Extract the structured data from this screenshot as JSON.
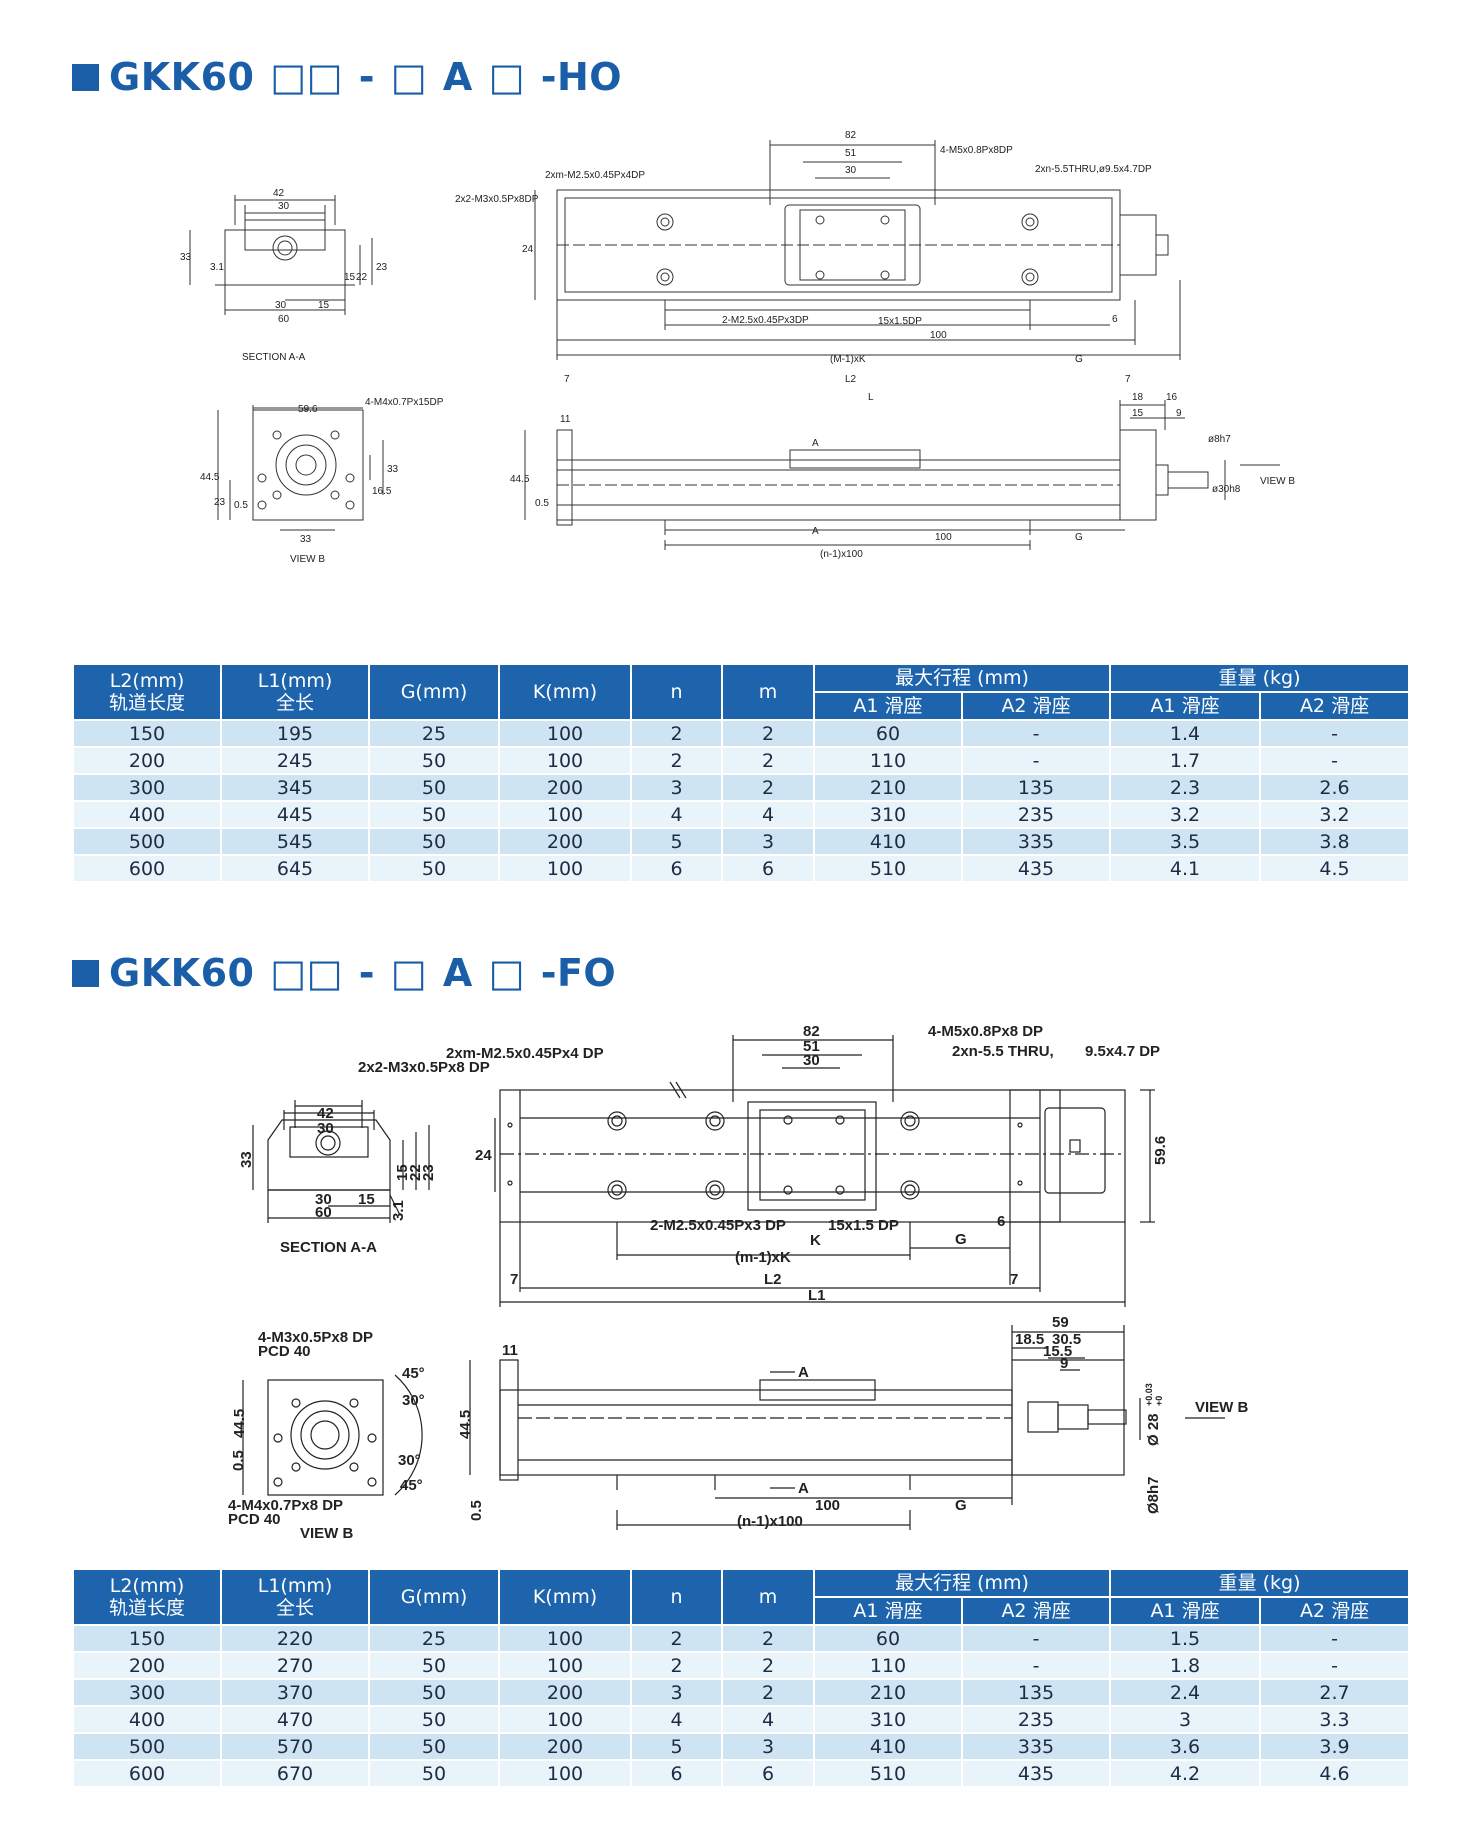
{
  "sections": [
    {
      "title": {
        "prefix": "GKK60",
        "sym1": "□□",
        "dash1": "-",
        "sym2": "□",
        "mid": "A",
        "sym3": "□",
        "suffix": "-HO"
      },
      "drawing": {
        "top_left": {
          "dims": [
            "42",
            "30",
            "33",
            "3.1",
            "15",
            "22",
            "23",
            "30",
            "15",
            "60"
          ],
          "caption": "SECTION A-A"
        },
        "top_main": {
          "labels": [
            "82",
            "51",
            "30",
            "4-M5x0.8Px8DP",
            "2xm-M2.5x0.45Px4DP",
            "2xn-5.5THRU,ø9.5x4.7DP",
            "2x2-M3x0.5Px8DP",
            "24",
            "2-M2.5x0.45Px3DP",
            "15x1.5DP",
            "6",
            "100",
            "(M-1)xK",
            "G",
            "7",
            "L2",
            "7",
            "L"
          ]
        },
        "bottom_left": {
          "labels": [
            "4-M4x0.7Px15DP",
            "59.6",
            "44.5",
            "23",
            "0.5",
            "16.5",
            "33",
            "33"
          ],
          "caption": "VIEW B"
        },
        "bottom_main": {
          "labels": [
            "11",
            "18",
            "16",
            "15",
            "9",
            "ø8h7",
            "ø30h8",
            "VIEW B",
            "A",
            "44.5",
            "0.5",
            "A",
            "100",
            "G",
            "(n-1)x100"
          ]
        }
      },
      "table": {
        "headers": {
          "l2": "L2(mm)",
          "l2_sub": "轨道长度",
          "l1": "L1(mm)",
          "l1_sub": "全长",
          "g": "G(mm)",
          "k": "K(mm)",
          "n": "n",
          "m": "m",
          "stroke": "最大行程 (mm)",
          "weight": "重量 (kg)",
          "a1": "A1 滑座",
          "a2": "A2 滑座",
          "a1w": "A1 滑座",
          "a2w": "A2 滑座"
        },
        "rows": [
          [
            "150",
            "195",
            "25",
            "100",
            "2",
            "2",
            "60",
            "-",
            "1.4",
            "-"
          ],
          [
            "200",
            "245",
            "50",
            "100",
            "2",
            "2",
            "110",
            "-",
            "1.7",
            "-"
          ],
          [
            "300",
            "345",
            "50",
            "200",
            "3",
            "2",
            "210",
            "135",
            "2.3",
            "2.6"
          ],
          [
            "400",
            "445",
            "50",
            "100",
            "4",
            "4",
            "310",
            "235",
            "3.2",
            "3.2"
          ],
          [
            "500",
            "545",
            "50",
            "200",
            "5",
            "3",
            "410",
            "335",
            "3.5",
            "3.8"
          ],
          [
            "600",
            "645",
            "50",
            "100",
            "6",
            "6",
            "510",
            "435",
            "4.1",
            "4.5"
          ]
        ]
      }
    },
    {
      "title": {
        "prefix": "GKK60",
        "sym1": "□□",
        "dash1": "-",
        "sym2": "□",
        "mid": "A",
        "sym3": "□",
        "suffix": "-FO"
      },
      "drawing": {
        "top_left": {
          "dims": [
            "42",
            "30",
            "33",
            "15",
            "22",
            "23",
            "3.1",
            "30",
            "15",
            "60"
          ],
          "caption": "SECTION A-A"
        },
        "top_main": {
          "labels": [
            "82",
            "51",
            "30",
            "4-M5x0.8Px8 DP",
            "2xm-M2.5x0.45Px4 DP",
            "2xn-5.5 THRU,",
            "9.5x4.7 DP",
            "2x2-M3x0.5Px8 DP",
            "24",
            "59.6",
            "2-M2.5x0.45Px3 DP",
            "15x1.5 DP",
            "6",
            "K",
            "G",
            "(m-1)xK",
            "7",
            "L2",
            "7",
            "L1"
          ]
        },
        "bottom_left": {
          "labels": [
            "4-M3x0.5Px8 DP",
            "PCD 40",
            "44.5",
            "0.5",
            "45°",
            "30°",
            "30°",
            "45°",
            "4-M4x0.7Px8 DP",
            "PCD 40"
          ],
          "caption": "VIEW B"
        },
        "bottom_main": {
          "labels": [
            "11",
            "59",
            "18.5",
            "30.5",
            "15.5",
            "9",
            "A",
            "A",
            "44.5",
            "0.5",
            "100",
            "G",
            "(n-1)x100",
            "VIEW B",
            "Ø 28",
            "+0.03",
            "+0",
            "Ø8h7"
          ]
        }
      },
      "table": {
        "headers": {
          "l2": "L2(mm)",
          "l2_sub": "轨道长度",
          "l1": "L1(mm)",
          "l1_sub": "全长",
          "g": "G(mm)",
          "k": "K(mm)",
          "n": "n",
          "m": "m",
          "stroke": "最大行程 (mm)",
          "weight": "重量 (kg)",
          "a1": "A1 滑座",
          "a2": "A2 滑座",
          "a1w": "A1 滑座",
          "a2w": "A2 滑座"
        },
        "rows": [
          [
            "150",
            "220",
            "25",
            "100",
            "2",
            "2",
            "60",
            "-",
            "1.5",
            "-"
          ],
          [
            "200",
            "270",
            "50",
            "100",
            "2",
            "2",
            "110",
            "-",
            "1.8",
            "-"
          ],
          [
            "300",
            "370",
            "50",
            "200",
            "3",
            "2",
            "210",
            "135",
            "2.4",
            "2.7"
          ],
          [
            "400",
            "470",
            "50",
            "100",
            "4",
            "4",
            "310",
            "235",
            "3",
            "3.3"
          ],
          [
            "500",
            "570",
            "50",
            "200",
            "5",
            "3",
            "410",
            "335",
            "3.6",
            "3.9"
          ],
          [
            "600",
            "670",
            "50",
            "100",
            "6",
            "6",
            "510",
            "435",
            "4.2",
            "4.6"
          ]
        ]
      }
    }
  ]
}
